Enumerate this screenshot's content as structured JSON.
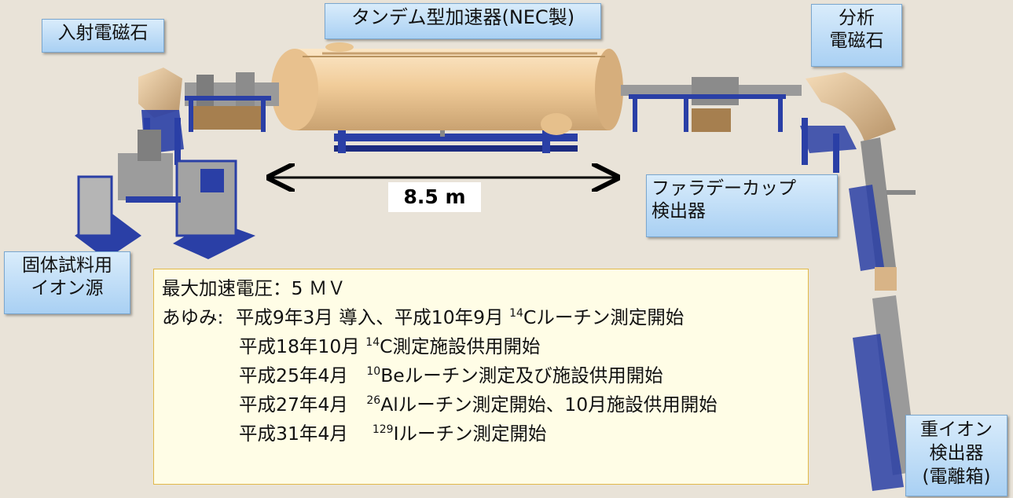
{
  "labels": {
    "injection_magnet": "入射電磁石",
    "tandem_accelerator": "タンデム型加速器(NEC製)",
    "analyzing_magnet_line1": "分析",
    "analyzing_magnet_line2": "電磁石",
    "faraday_cup_line1": "ファラデーカップ",
    "faraday_cup_line2": "検出器",
    "ion_source_line1": "固体試料用",
    "ion_source_line2": "イオン源",
    "heavy_ion_line1": "重イオン",
    "heavy_ion_line2": "検出器",
    "heavy_ion_line3": "(電離箱)"
  },
  "dimension": {
    "length": "8.5 m"
  },
  "info": {
    "max_voltage": "最大加速電圧：5 ＭＶ",
    "history_label": "あゆみ:",
    "h1_a": "平成9年3月 導入、平成10年9月 ",
    "h1_sup": "14",
    "h1_b": "Cルーチン測定開始",
    "h2_a": "平成18年10月 ",
    "h2_sup": "14",
    "h2_b": "C測定施設供用開始",
    "h3_a": "平成25年4月　",
    "h3_sup": "10",
    "h3_b": "Beルーチン測定及び施設供用開始",
    "h4_a": "平成27年4月　",
    "h4_sup": "26",
    "h4_b": "Alルーチン測定開始、10月施設供用開始",
    "h5_a": "平成31年4月　 ",
    "h5_sup": "129",
    "h5_b": "Iルーチン測定開始"
  },
  "colors": {
    "background": "#e9e3d8",
    "tank": "#f3cf9e",
    "frame_blue": "#2a3fa6",
    "callout": "#a9d0f3",
    "info_bg": "#fffde6",
    "info_border": "#e2b94a"
  }
}
